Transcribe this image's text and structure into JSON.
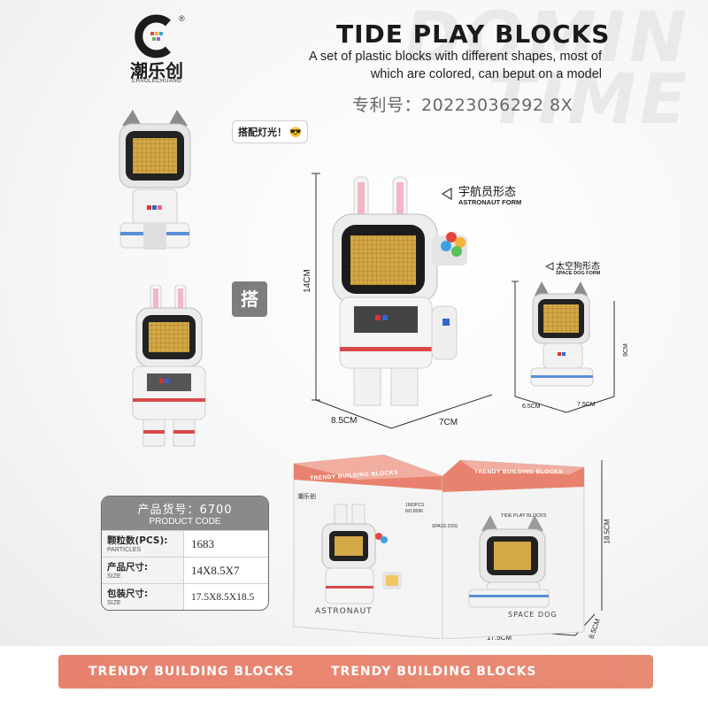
{
  "header": {
    "watermark": "DOMIN\nTIME",
    "logo_text": "潮乐创",
    "logo_sub": "CHAOLECHUANG",
    "logo_reg": "®",
    "title": "TIDE PLAY BLOCKS",
    "desc": "A set of plastic blocks with different shapes, most of which are colored, can beput on a model",
    "patent": "专利号：20223036292 8X"
  },
  "callouts": {
    "light": "搭配灯光！",
    "emoji": "😎",
    "combine": "搭",
    "astronaut_cn": "宇航员形态",
    "astronaut_en": "ASTRONAUT FORM",
    "dog_cn": "太空狗形态",
    "dog_en": "SPACE DOG FORM"
  },
  "dimensions": {
    "astro_height": "14CM",
    "astro_depth": "8.5CM",
    "astro_width": "7CM",
    "dog_height": "9CM",
    "dog_depth": "6.5CM",
    "dog_width": "7.5CM",
    "box_height": "18.5CM",
    "box_width": "17.5CM",
    "box_depth": "8.5CM"
  },
  "boxes": {
    "left_logo": "潮乐创",
    "left_band": "TRENDY BUILDING BLOCKS",
    "left_name": "ASTRONAUT",
    "left_count": "1683PCS",
    "left_code": "NO.8096",
    "right_band": "TRENDY BUILDING BLOCKS",
    "right_small": "TIDE PLAY BLOCKS",
    "right_name": "SPACE DOG",
    "side_code": "SPACE DOG"
  },
  "spec": {
    "head_cn": "产品货号：6700",
    "head_en": "PRODUCT CODE",
    "rows": [
      {
        "cn": "颗粒数(PCS):",
        "en": "PARTICLES",
        "value": "1683"
      },
      {
        "cn": "产品尺寸:",
        "en": "SIZE",
        "value": "14X8.5X7"
      },
      {
        "cn": "包装尺寸:",
        "en": "SIZE",
        "value": "17.5X8.5X18.5"
      }
    ]
  },
  "footer": {
    "left": "TRENDY BUILDING BLOCKS",
    "right": "TRENDY BUILDING BLOCKS"
  },
  "colors": {
    "accent": "#e8826e",
    "spec_head": "#8a8a8a",
    "visor_glow": "#f2c14e"
  }
}
